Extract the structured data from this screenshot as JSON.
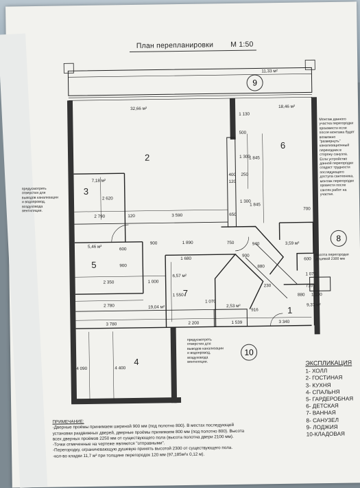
{
  "drawing": {
    "title": "План перепланировки",
    "scale": "М 1:50"
  },
  "rooms": [
    {
      "id": "1",
      "area": ""
    },
    {
      "id": "2",
      "area": "32,66 м²"
    },
    {
      "id": "3",
      "area": "7,18 м²"
    },
    {
      "id": "4",
      "area": "19,04 м²"
    },
    {
      "id": "5",
      "area": "5,46 м²"
    },
    {
      "id": "6",
      "area": "18,46 м²"
    },
    {
      "id": "7",
      "area": "6,57 м²"
    },
    {
      "id": "8",
      "area": "3,59 м²"
    },
    {
      "id": "9",
      "area": "11,33 м²"
    },
    {
      "id": "10",
      "area": "2,53 м²"
    },
    {
      "id": "bath_area",
      "area": "9,37 м²"
    }
  ],
  "dimensions": [
    "2 790",
    "3 590",
    "120",
    "650",
    "1 890",
    "900",
    "1 680",
    "2 350",
    "1 000",
    "2 780",
    "3 780",
    "2 200",
    "1 539",
    "3 340",
    "880",
    "1 130",
    "710",
    "1 070",
    "600",
    "700",
    "4 400",
    "4 090",
    "2 620",
    "600",
    "900",
    "1 550",
    "1 070",
    "1 845",
    "1 845",
    "1 300",
    "1 300",
    "1 130",
    "500",
    "400",
    "250",
    "120",
    "750",
    "940",
    "900",
    "230",
    "916",
    "880"
  ],
  "notes": {
    "left_top": "предусмотреть\nотверстия для\nвыводов канализации\nи водопровод,\nвоздуховода\nвентиляции.",
    "center_bottom": "предусмотреть\nотверстия для\nвыводов канализации\nи водопровод,\nвоздуховода\nвентиляции.",
    "right": "Монтаж данного\nучастка перегородки\nпроизвести если\nпосле монтажа будет\nвозможно\n\"развернуть\"\nканализационный\nпереходник в\nсторону санузла.\nЕсли устройство\nданной перегородки\nсоздаст трудности\nпоследующего\nдоступа сантехника,\nмонтаж перегородки\nпровести после\nсантех работ на\nучастке.",
    "partition": "высота перегородки\nдушевой 2300 мм"
  },
  "explication": {
    "heading": "ЭКСПЛИКАЦИЯ",
    "items": [
      "1-  ХОЛЛ",
      "2-  ГОСТИНАЯ",
      "3-  КУХНЯ",
      "4-  СПАЛЬНЯ",
      "5-  ГАРДЕРОБНАЯ",
      "6-  ДЕТСКАЯ",
      "7-  ВАННАЯ",
      "8-  САНУЗЕЛ",
      "9-  ЛОДЖИЯ",
      "10-КЛАДОВАЯ"
    ]
  },
  "remarks": {
    "heading": "ПРИМЕЧАНИЕ:",
    "lines": [
      "-Дверные проёмы принимаем шириной 900 мм (под полотно 800). В местах последующей",
      "установки раздвижных дверей, дверные проёмы принимаем 800 мм (под полотно 800). Высота",
      "всех дверных проёмов 2250 мм от существующего пола (высота полотна двери 2100 мм).",
      "-Точки отмеченные на чертеже        являются \"отправными\".",
      "-Перегородку, ограничевающую  душевую принять высотой 2300 от существующего пола.",
      "-кол-во кладки 11,7 м² при толщине перегородок 120 мм  (97,185м²х 0,12 м)."
    ]
  }
}
